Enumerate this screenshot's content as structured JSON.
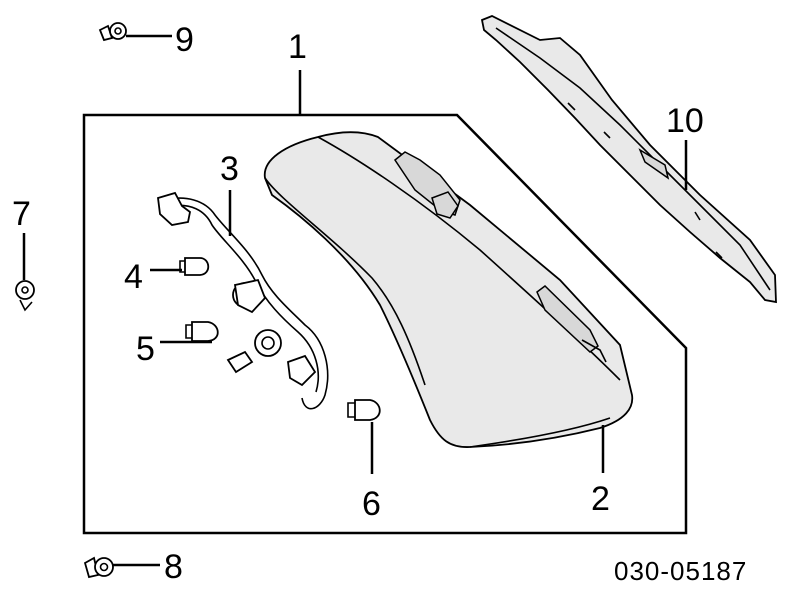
{
  "callouts": {
    "c1": "1",
    "c2": "2",
    "c3": "3",
    "c4": "4",
    "c5": "5",
    "c6": "6",
    "c7": "7",
    "c8": "8",
    "c9": "9",
    "c10": "10"
  },
  "diagram_code": "030-05187"
}
